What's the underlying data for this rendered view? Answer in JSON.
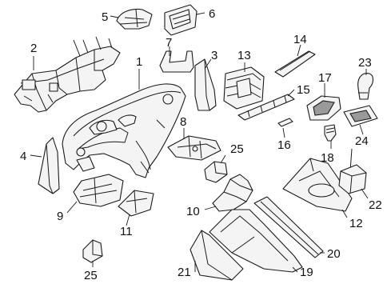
{
  "callouts": [
    {
      "id": "c1",
      "text": "1"
    },
    {
      "id": "c2",
      "text": "2"
    },
    {
      "id": "c3",
      "text": "3"
    },
    {
      "id": "c4",
      "text": "4"
    },
    {
      "id": "c5",
      "text": "5"
    },
    {
      "id": "c6",
      "text": "6"
    },
    {
      "id": "c7",
      "text": "7"
    },
    {
      "id": "c8",
      "text": "8"
    },
    {
      "id": "c9",
      "text": "9"
    },
    {
      "id": "c10",
      "text": "10"
    },
    {
      "id": "c11",
      "text": "11"
    },
    {
      "id": "c12",
      "text": "12"
    },
    {
      "id": "c13",
      "text": "13"
    },
    {
      "id": "c14",
      "text": "14"
    },
    {
      "id": "c15",
      "text": "15"
    },
    {
      "id": "c16",
      "text": "16"
    },
    {
      "id": "c17",
      "text": "17"
    },
    {
      "id": "c18",
      "text": "18"
    },
    {
      "id": "c19",
      "text": "19"
    },
    {
      "id": "c20",
      "text": "20"
    },
    {
      "id": "c21",
      "text": "21"
    },
    {
      "id": "c22",
      "text": "22"
    },
    {
      "id": "c23",
      "text": "23"
    },
    {
      "id": "c24",
      "text": "24"
    },
    {
      "id": "c25a",
      "text": "25"
    },
    {
      "id": "c25b",
      "text": "25"
    }
  ]
}
